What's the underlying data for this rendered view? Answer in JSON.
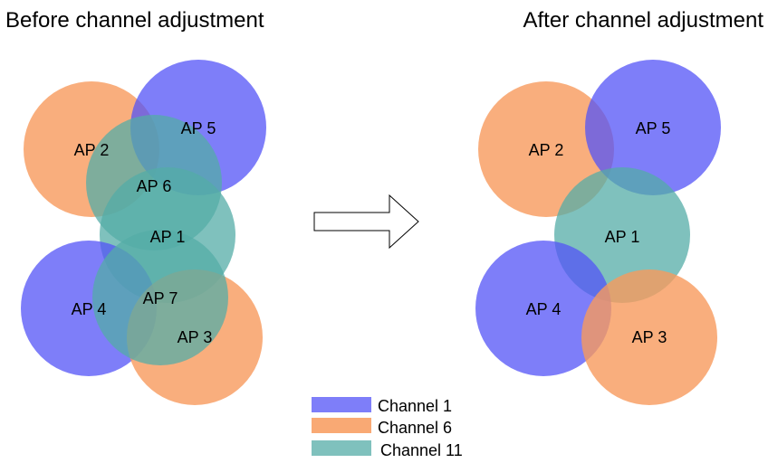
{
  "titles": {
    "before": "Before channel adjustment",
    "after": "After channel adjustment"
  },
  "colors": {
    "channel_1": "#5353f7",
    "channel_6": "#f89a5c",
    "channel_11": "#54aca7"
  },
  "legend": [
    {
      "label": "Channel 1",
      "color": "#5353f7"
    },
    {
      "label": "Channel 6",
      "color": "#f89a5c"
    },
    {
      "label": "Channel 11",
      "color": "#54aca7"
    }
  ],
  "before": {
    "aps": [
      {
        "name": "AP 2",
        "channel": "channel_6"
      },
      {
        "name": "AP 5",
        "channel": "channel_1"
      },
      {
        "name": "AP 6",
        "channel": "channel_11"
      },
      {
        "name": "AP 1",
        "channel": "channel_11"
      },
      {
        "name": "AP 4",
        "channel": "channel_1"
      },
      {
        "name": "AP 3",
        "channel": "channel_6"
      },
      {
        "name": "AP 7",
        "channel": "channel_11"
      }
    ]
  },
  "after": {
    "aps": [
      {
        "name": "AP 2",
        "channel": "channel_6"
      },
      {
        "name": "AP 5",
        "channel": "channel_1"
      },
      {
        "name": "AP 1",
        "channel": "channel_11"
      },
      {
        "name": "AP 4",
        "channel": "channel_1"
      },
      {
        "name": "AP 3",
        "channel": "channel_6"
      }
    ]
  }
}
